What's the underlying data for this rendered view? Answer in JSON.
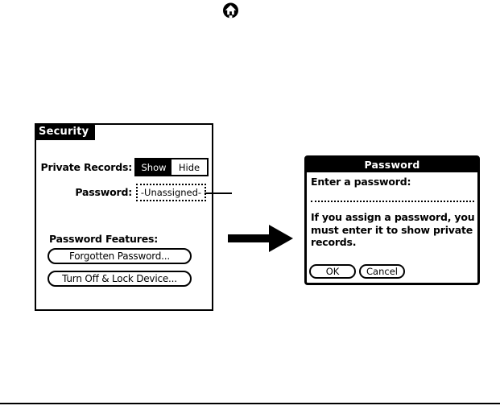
{
  "colors": {
    "foreground": "#000000",
    "background": "#ffffff"
  },
  "icons": {
    "home": "home-icon"
  },
  "security_dialog": {
    "title": "Security",
    "private_records_label": "Private Records:",
    "show_label": "Show",
    "hide_label": "Hide",
    "selected_option": "Show",
    "password_label": "Password:",
    "password_value": "-Unassigned-",
    "features_heading": "Password Features:",
    "forgotten_button": "Forgotten Password...",
    "lock_button": "Turn Off & Lock Device..."
  },
  "password_dialog": {
    "title": "Password",
    "prompt": "Enter a password:",
    "input_value": "",
    "message": "If you assign a password, you must enter it to show private records.",
    "ok_button": "OK",
    "cancel_button": "Cancel"
  }
}
